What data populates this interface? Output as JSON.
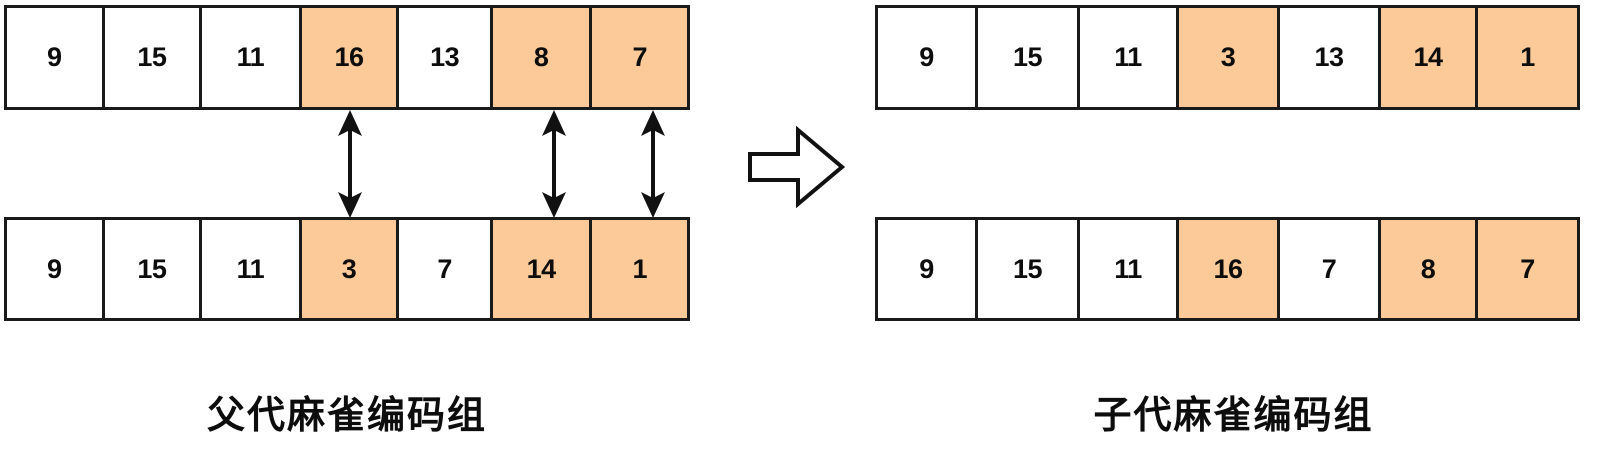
{
  "figure": {
    "type": "diagram",
    "subject": "sparrow-encoding-crossover",
    "colors": {
      "highlight": "#fbca98",
      "cell_background": "#ffffff",
      "border": "#1a1a1a",
      "text": "#0d0d0d",
      "page_background": "#ffffff"
    }
  },
  "panels": {
    "left": {
      "caption": "父代麻雀编码组",
      "arrays": [
        {
          "name": "parent-1",
          "cells": [
            {
              "value": "9",
              "highlighted": false
            },
            {
              "value": "15",
              "highlighted": false
            },
            {
              "value": "11",
              "highlighted": false
            },
            {
              "value": "16",
              "highlighted": true
            },
            {
              "value": "13",
              "highlighted": false
            },
            {
              "value": "8",
              "highlighted": true
            },
            {
              "value": "7",
              "highlighted": true
            }
          ]
        },
        {
          "name": "parent-2",
          "cells": [
            {
              "value": "9",
              "highlighted": false
            },
            {
              "value": "15",
              "highlighted": false
            },
            {
              "value": "11",
              "highlighted": false
            },
            {
              "value": "3",
              "highlighted": true
            },
            {
              "value": "7",
              "highlighted": false
            },
            {
              "value": "14",
              "highlighted": true
            },
            {
              "value": "1",
              "highlighted": true
            }
          ]
        }
      ],
      "swap_indices": [
        3,
        5,
        6
      ]
    },
    "right": {
      "caption": "子代麻雀编码组",
      "arrays": [
        {
          "name": "child-1",
          "cells": [
            {
              "value": "9",
              "highlighted": false
            },
            {
              "value": "15",
              "highlighted": false
            },
            {
              "value": "11",
              "highlighted": false
            },
            {
              "value": "3",
              "highlighted": true
            },
            {
              "value": "13",
              "highlighted": false
            },
            {
              "value": "14",
              "highlighted": true
            },
            {
              "value": "1",
              "highlighted": true
            }
          ]
        },
        {
          "name": "child-2",
          "cells": [
            {
              "value": "9",
              "highlighted": false
            },
            {
              "value": "15",
              "highlighted": false
            },
            {
              "value": "11",
              "highlighted": false
            },
            {
              "value": "16",
              "highlighted": true
            },
            {
              "value": "7",
              "highlighted": false
            },
            {
              "value": "8",
              "highlighted": true
            },
            {
              "value": "7",
              "highlighted": true
            }
          ]
        }
      ]
    }
  },
  "connectors": {
    "swap_arrows": [
      {
        "name": "swap-arrow-col4",
        "column": 4,
        "style": "double-headed-vertical"
      },
      {
        "name": "swap-arrow-col6",
        "column": 6,
        "style": "double-headed-vertical"
      },
      {
        "name": "swap-arrow-col7",
        "column": 7,
        "style": "double-headed-vertical"
      }
    ],
    "transform_arrow": {
      "name": "transform-arrow",
      "direction": "right",
      "style": "hollow-block"
    }
  }
}
